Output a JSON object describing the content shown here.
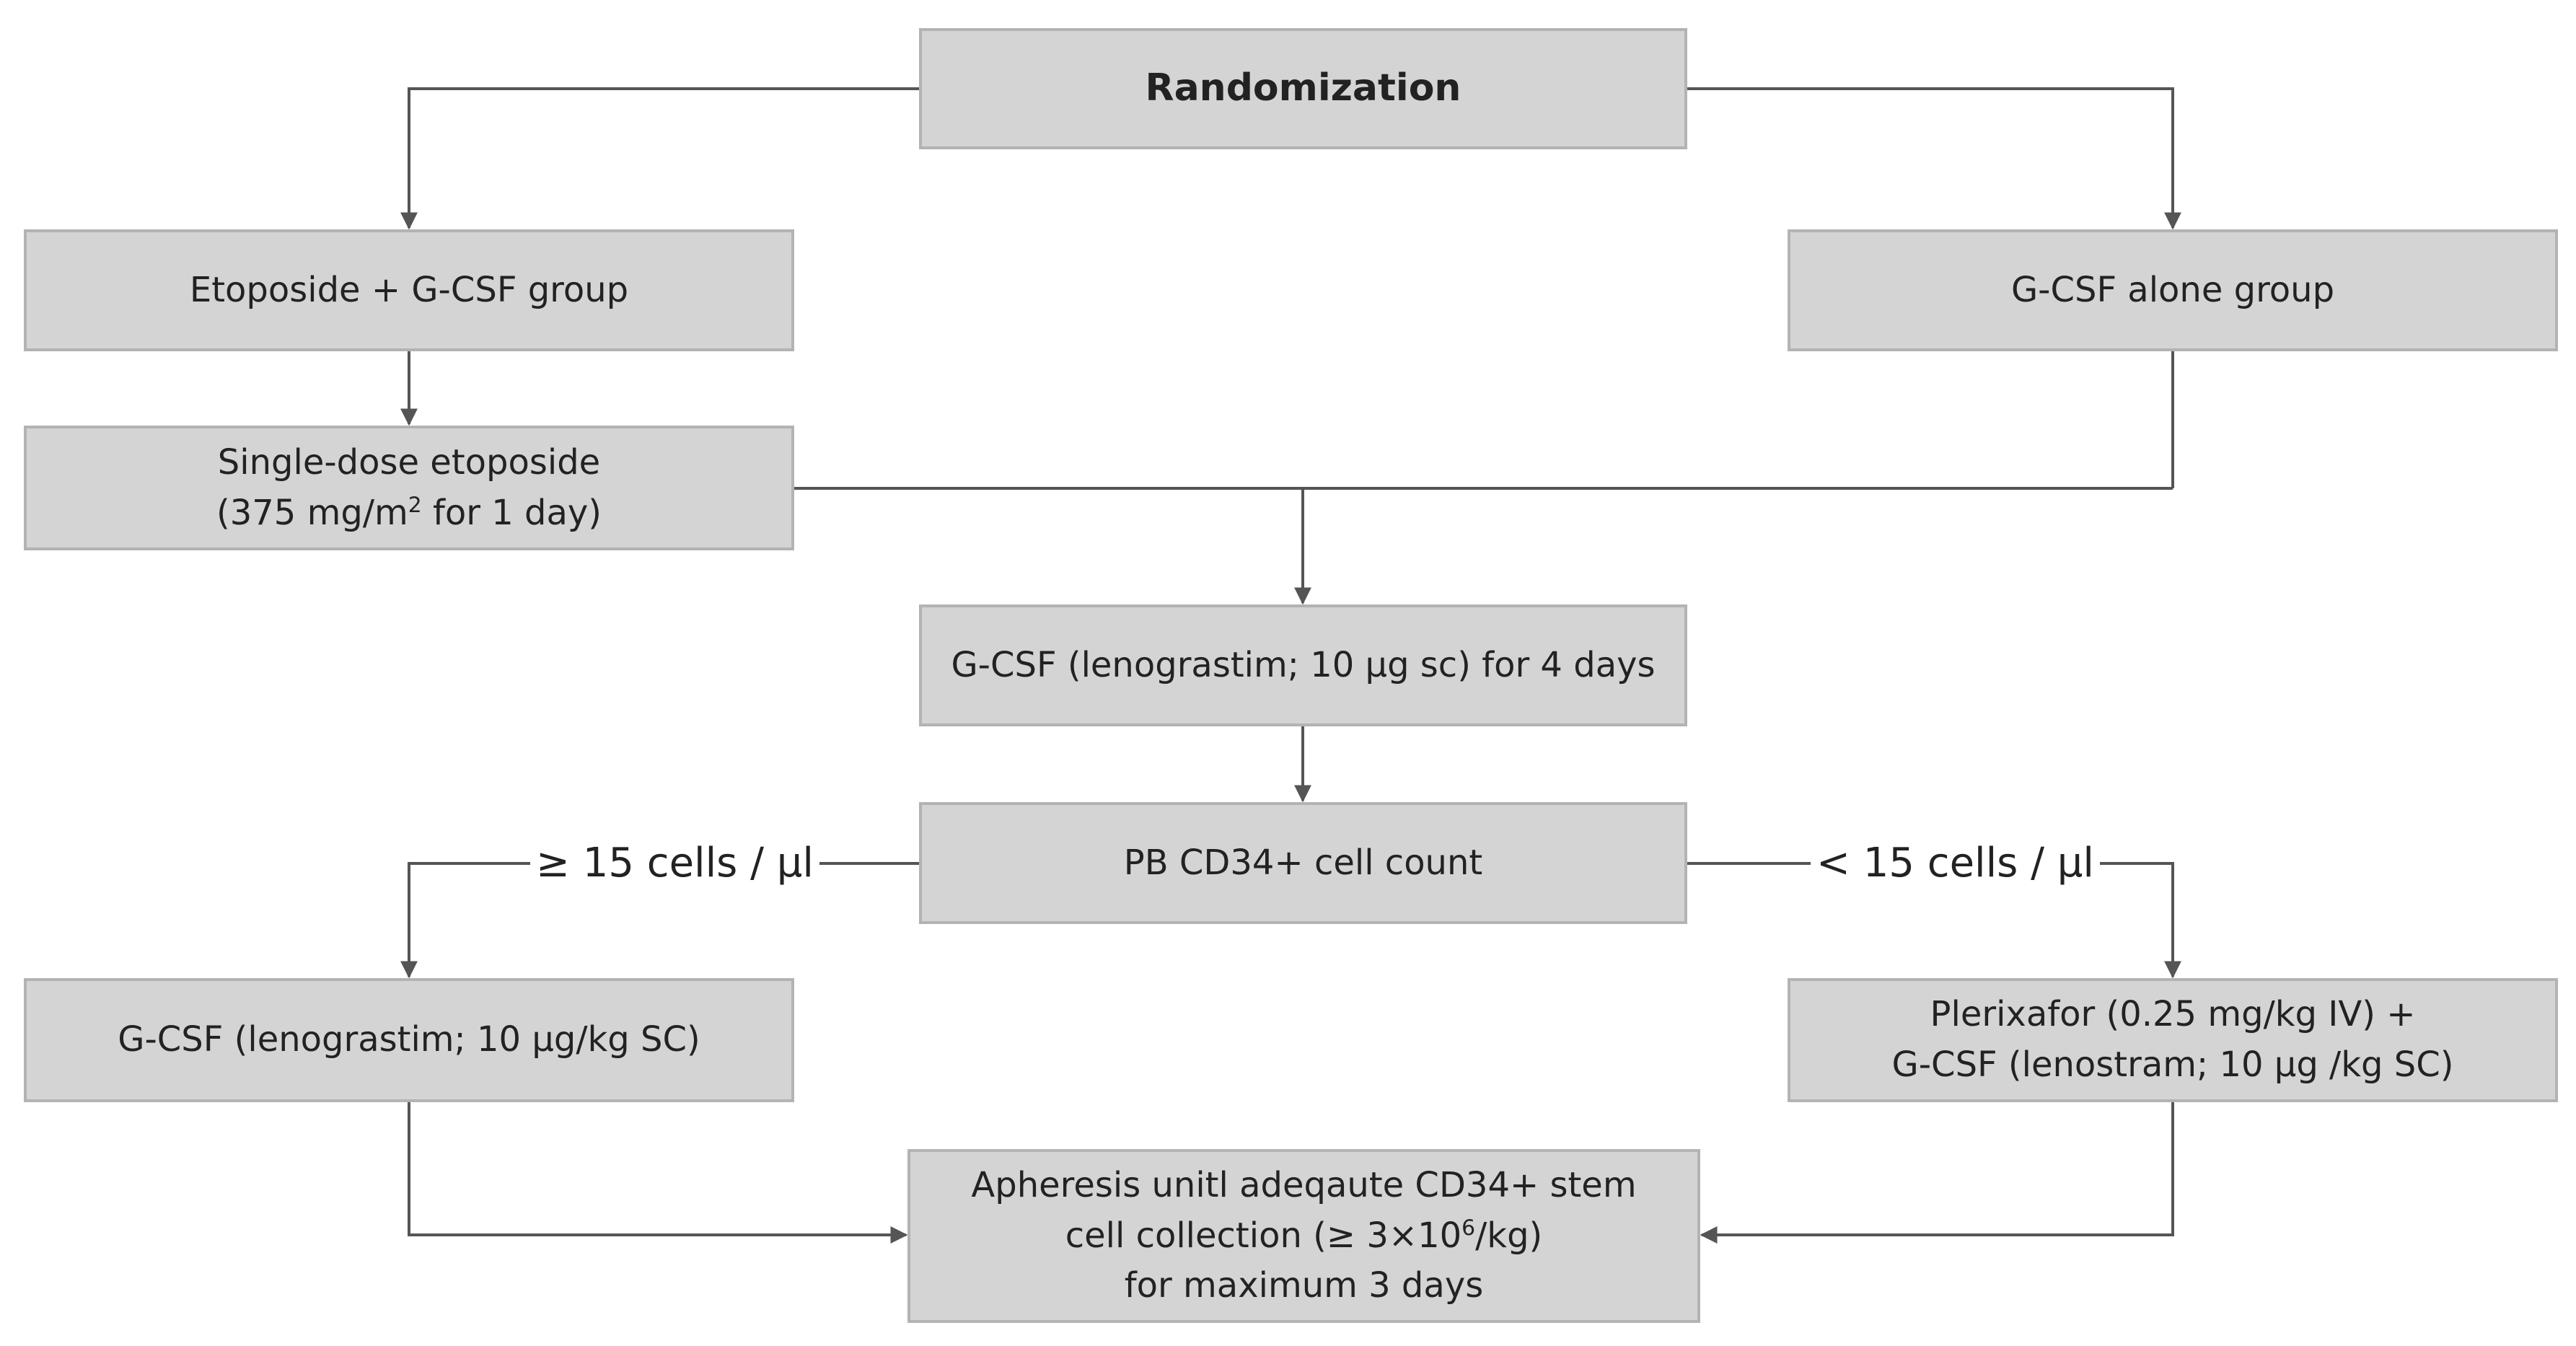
{
  "randomization": "Randomization",
  "arm_etoposide": "Etoposide + G-CSF group",
  "arm_gcsf_alone": "G-CSF alone group",
  "etoposide_dose": {
    "line1": "Single-dose etoposide",
    "line2_prefix": "(375 mg/m",
    "line2_sup": "2",
    "line2_suffix": " for 1 day)"
  },
  "gcsf_4days": "G-CSF (lenograstim; 10 μg sc) for 4 days",
  "cd34_count": "PB CD34+ cell count",
  "high_count_label": "≥ 15 cells /  μl",
  "low_count_label": "< 15 cells / μl",
  "gcsf_only_regimen": "G-CSF (lenograstim; 10 μg/kg SC)",
  "plerixafor_regimen": {
    "line1": "Plerixafor (0.25 mg/kg IV) +",
    "line2": "G-CSF (lenostram; 10 μg /kg SC)"
  },
  "apheresis": {
    "line1": "Apheresis unitl adeqaute CD34+ stem",
    "line2_prefix": "cell collection (≥ 3×10",
    "line2_sup": "6",
    "line2_suffix": "/kg)",
    "line3": "for maximum 3 days"
  }
}
